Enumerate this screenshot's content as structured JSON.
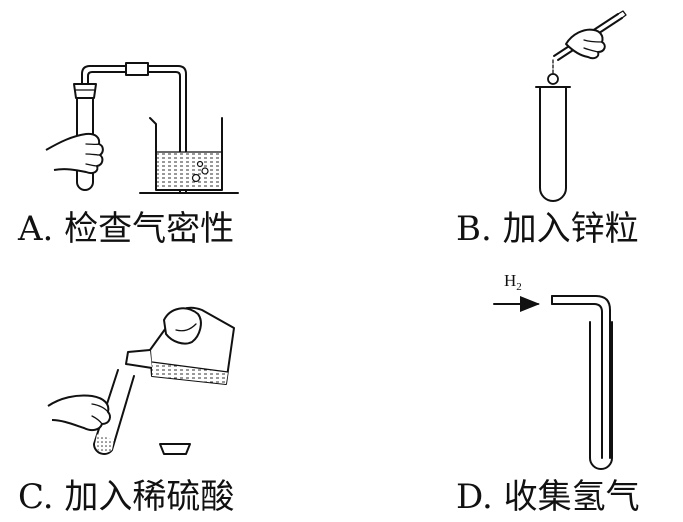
{
  "panels": [
    {
      "id": "A",
      "caption": "A. 检查气密性"
    },
    {
      "id": "B",
      "caption": "B. 加入锌粒"
    },
    {
      "id": "C",
      "caption": "C. 加入稀硫酸"
    },
    {
      "id": "D",
      "caption": "D. 收集氢气",
      "gas_label": "H",
      "gas_subscript": "2"
    }
  ]
}
